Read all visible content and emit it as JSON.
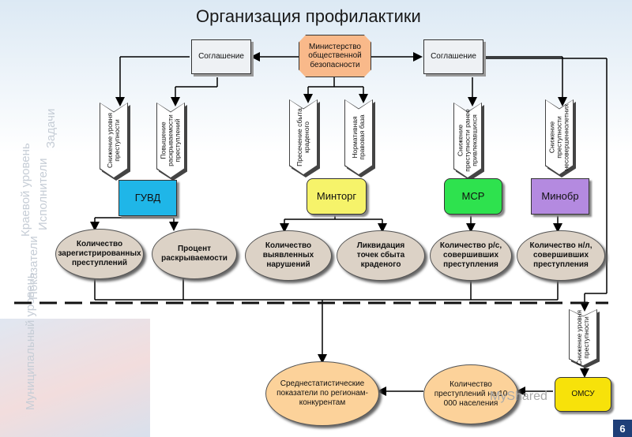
{
  "title": "Организация профилактики",
  "side_texts": [
    "Краевой уровень",
    "Показатели",
    "Исполнители",
    "Задачи",
    "Муниципальный уровень"
  ],
  "agreement_left": "Соглашение",
  "agreement_right": "Соглашение",
  "ministry": "Министерство общественной безопасности",
  "tasks": [
    "Снижение уровня преступности",
    "Повышение раскрываемости преступлений",
    "Пресечение сбыта краденого",
    "Нормативная правовая база",
    "Снижение преступности ранее привлекавшихся",
    "Снижение преступности несовершеннолетних",
    "Снижение уровня преступности"
  ],
  "agencies": [
    {
      "label": "ГУВД",
      "color": "#1fb6e8"
    },
    {
      "label": "Минторг",
      "color": "#f6f36a"
    },
    {
      "label": "МСР",
      "color": "#2ee24e"
    },
    {
      "label": "Минобр",
      "color": "#b48ae0"
    },
    {
      "label": "ОМСУ",
      "color": "#f7e20a"
    }
  ],
  "indicators": [
    "Количество зарегистрированных преступлений",
    "Процент раскрываемости",
    "Количество выявленных нарушений",
    "Ликвидация точек сбыта краденого",
    "Количество р/с, совершивших преступления",
    "Количество н/л, совершивших преступления"
  ],
  "results": [
    "Среднестатистические показатели по регионам-конкурентам",
    "Количество преступлений на 10 000 населения"
  ],
  "watermark": "MyShared",
  "page_number": "6"
}
